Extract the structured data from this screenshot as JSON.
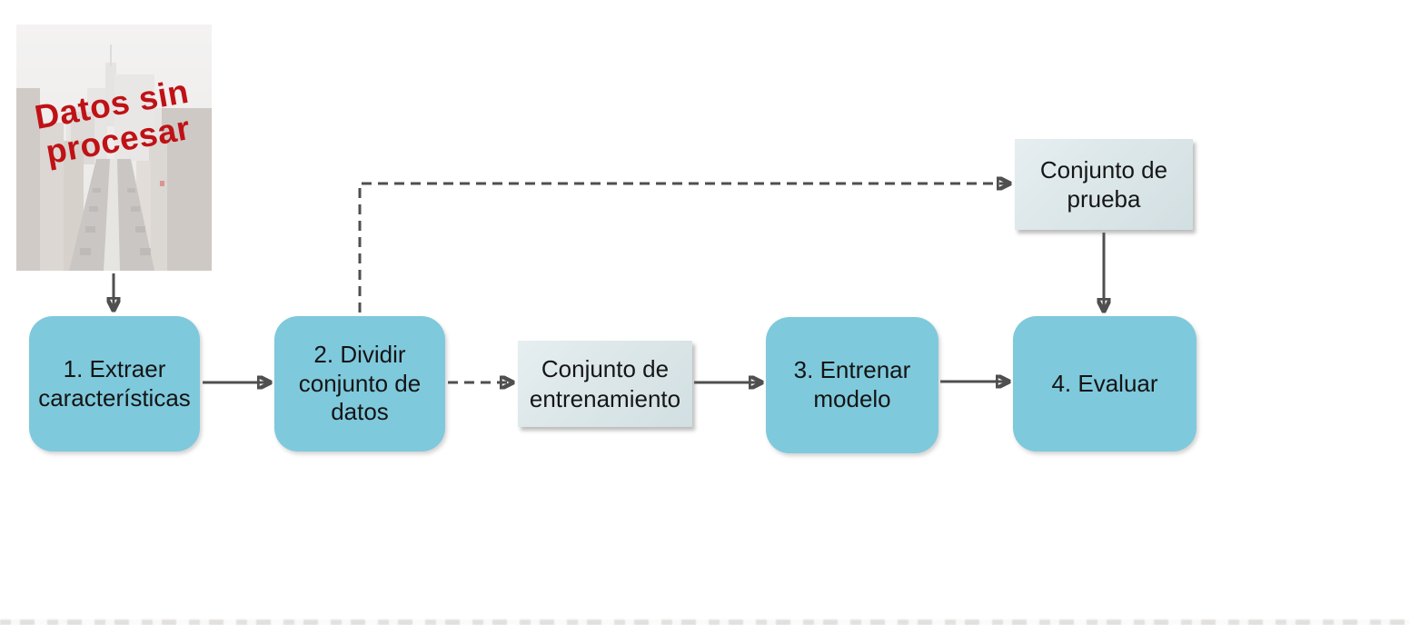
{
  "diagram": {
    "raw_data": {
      "label": "Datos sin procesar"
    },
    "steps": [
      {
        "id": "extract",
        "label": "1. Extraer características"
      },
      {
        "id": "split",
        "label": "2. Dividir conjunto de datos"
      },
      {
        "id": "train",
        "label": "3. Entrenar modelo"
      },
      {
        "id": "evaluate",
        "label": "4. Evaluar"
      }
    ],
    "datasets": [
      {
        "id": "training",
        "label": "Conjunto de entrenamiento"
      },
      {
        "id": "test",
        "label": "Conjunto de prueba"
      }
    ],
    "colors": {
      "step_fill": "#7fc9dc",
      "dataset_fill": "#dde8ea",
      "arrow": "#4f4f4f",
      "raw_label_red": "#bf1217",
      "text": "#141414",
      "background": "#ffffff"
    }
  }
}
